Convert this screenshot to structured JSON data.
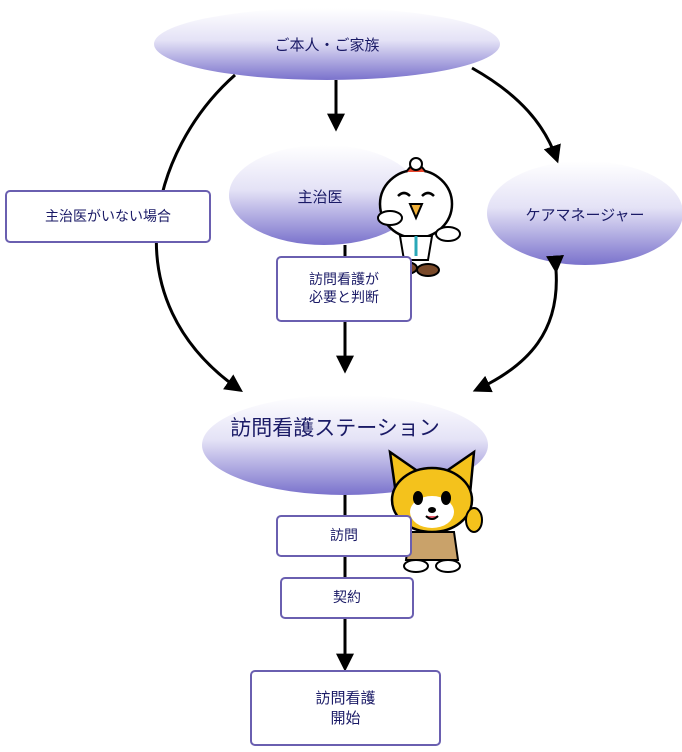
{
  "nodes": {
    "family": "ご本人・ご家族",
    "doctor": "主治医",
    "care_manager": "ケアマネージャー",
    "station": "訪問看護ステーション"
  },
  "boxes": {
    "no_doctor": "主治医がいない場合",
    "judgement_line1": "訪問看護が",
    "judgement_line2": "必要と判断",
    "visit": "訪問",
    "contract": "契約",
    "start_line1": "訪問看護",
    "start_line2": "開始"
  },
  "mascots": [
    "owl-doctor-mascot",
    "fox-nurse-mascot"
  ],
  "colors": {
    "ellipse_light": "#ffffff",
    "ellipse_dark": "#7a72cc",
    "box_border": "#6a5fb0",
    "text": "#1a1a66",
    "arrow": "#000000"
  }
}
